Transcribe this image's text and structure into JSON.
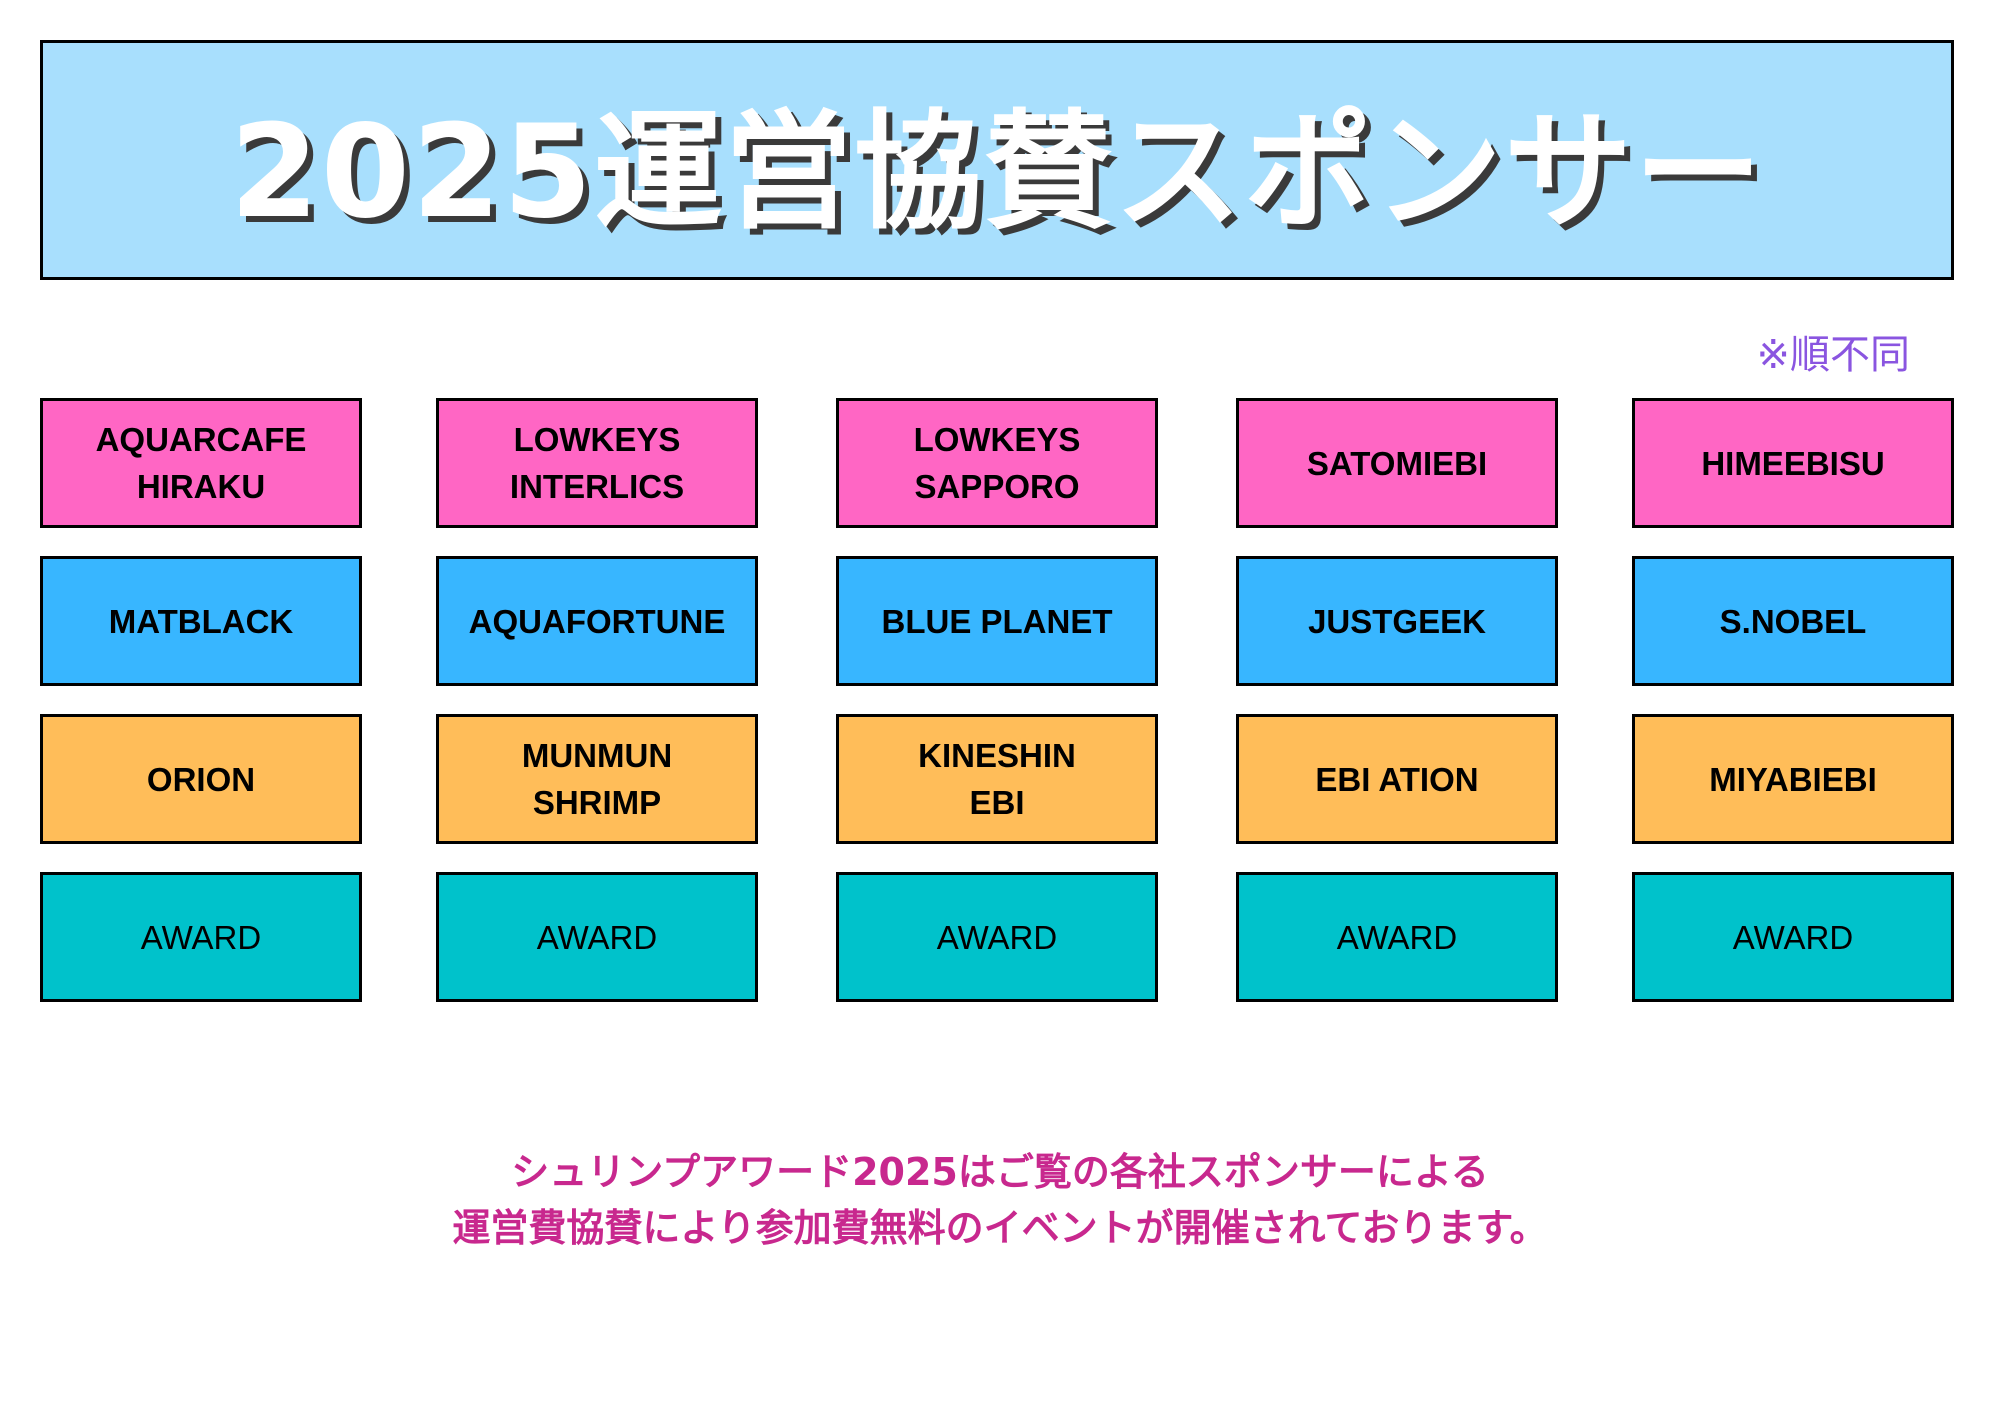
{
  "banner": {
    "title": "2025運営協賛スポンサー",
    "background_color": "#a8dffd"
  },
  "note": "※順不同",
  "tiers": [
    {
      "color": "#ff66c4",
      "sponsors": [
        "AQUARCAFE\nHIRAKU",
        "LOWKEYS\nINTERLICS",
        "LOWKEYS\nSAPPORO",
        "SATOMIEBI",
        "HIMEEBISU"
      ]
    },
    {
      "color": "#38b6ff",
      "sponsors": [
        "MATBLACK",
        "AQUAFORTUNE",
        "BLUE PLANET",
        "JUSTGEEK",
        "S.NOBEL"
      ]
    },
    {
      "color": "#ffbd59",
      "sponsors": [
        "ORION",
        "MUNMUN\nSHRIMP",
        "KINESHIN\nEBI",
        "EBI ATION",
        "MIYABIEBI"
      ]
    },
    {
      "color": "#00c2cb",
      "sponsors": [
        "AWARD",
        "AWARD",
        "AWARD",
        "AWARD",
        "AWARD"
      ]
    }
  ],
  "footer": {
    "line1": "シュリンプアワード2025はご覧の各社スポンサーによる",
    "line2": "運営費協賛により参加費無料のイベントが開催されております。",
    "color": "#c8288e"
  }
}
